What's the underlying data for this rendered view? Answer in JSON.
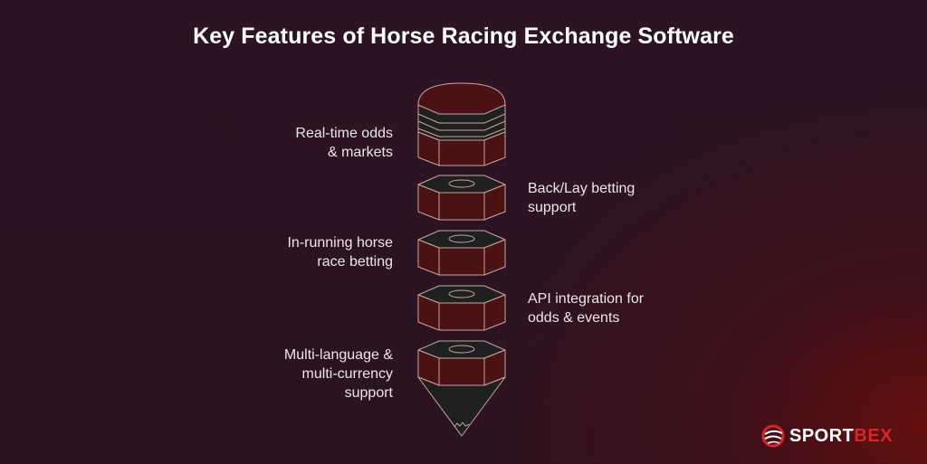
{
  "title": "Key Features of Horse Racing Exchange Software",
  "features": [
    {
      "side": "left",
      "lines": [
        "Real-time odds",
        "& markets"
      ]
    },
    {
      "side": "right",
      "lines": [
        "Back/Lay betting",
        "support"
      ]
    },
    {
      "side": "left",
      "lines": [
        "In-running horse",
        "race betting"
      ]
    },
    {
      "side": "right",
      "lines": [
        "API integration for",
        "odds & events"
      ]
    },
    {
      "side": "left",
      "lines": [
        "Multi-language &",
        "multi-currency",
        "support"
      ]
    }
  ],
  "logo": {
    "part1": "SPORT",
    "part2": "BEX",
    "icon": "globe-swoosh-icon"
  },
  "colors": {
    "background": "#2a1421",
    "glow": "#6e0e0a",
    "segment_fill": "#4a1212",
    "segment_top": "#1f2120",
    "outline": "#c9a3a0",
    "logo_accent": "#d8242a"
  }
}
